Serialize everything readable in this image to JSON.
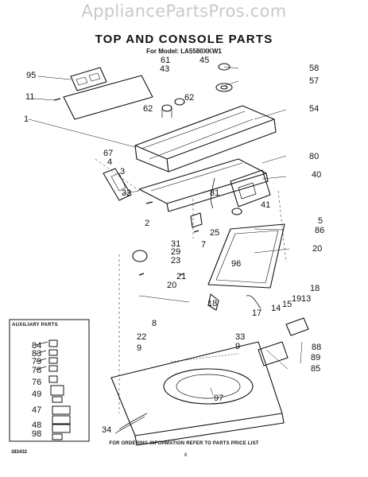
{
  "watermark": "AppliancePartsPros.com",
  "title": "TOP AND CONSOLE PARTS",
  "model": "For Model: LA5580XKW1",
  "aux_title": "AUXILIARY PARTS",
  "footer": "FOR ORDERING INFORMATION REFER TO PARTS PRICE LIST",
  "doc_number": "383432",
  "page_number": "6",
  "labels": {
    "l95": "95",
    "l11": "11",
    "l1": "1",
    "l61": "61",
    "l43": "43",
    "l45": "45",
    "l58": "58",
    "l57": "57",
    "l62a": "62",
    "l62b": "62",
    "l54": "54",
    "l67": "67",
    "l4": "4",
    "l3": "3",
    "l80": "80",
    "l40": "40",
    "l32": "32",
    "l81": "81",
    "l41": "41",
    "l2": "2",
    "l25": "25",
    "l5": "5",
    "l86": "86",
    "l31": "31",
    "l29": "29",
    "l23": "23",
    "l7": "7",
    "l96": "96",
    "l20a": "20",
    "l21": "21",
    "l20b": "20",
    "l18a": "18",
    "l13": "13",
    "l18b": "18",
    "l19": "19",
    "l15": "15",
    "l14": "14",
    "l17": "17",
    "l8": "8",
    "l22": "22",
    "l33": "33",
    "l9a": "9",
    "l9b": "9",
    "l88": "88",
    "l89": "89",
    "l85": "85",
    "l97": "97",
    "l34": "34",
    "a84": "84",
    "a83": "83",
    "a79": "79",
    "a78": "78",
    "a76": "76",
    "a49": "49",
    "a47": "47",
    "a48": "48",
    "a98": "98"
  }
}
